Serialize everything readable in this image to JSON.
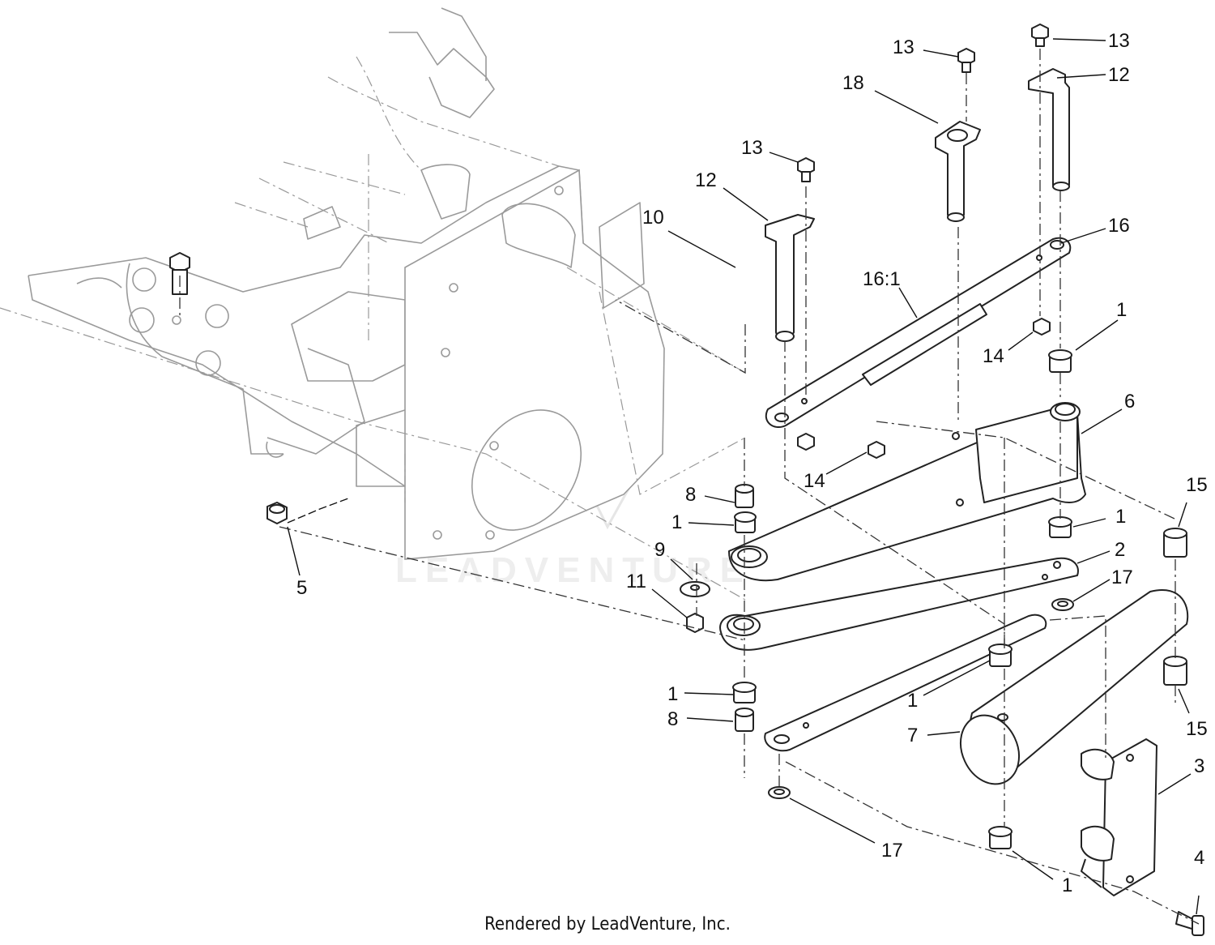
{
  "footer": {
    "text": "Rendered by LeadVenture, Inc."
  },
  "watermark": {
    "text": "LEADVENTURE"
  },
  "callouts": [
    {
      "id": "c1",
      "label": "13"
    },
    {
      "id": "c2",
      "label": "13"
    },
    {
      "id": "c3",
      "label": "12"
    },
    {
      "id": "c4",
      "label": "18"
    },
    {
      "id": "c5",
      "label": "13"
    },
    {
      "id": "c6",
      "label": "12"
    },
    {
      "id": "c7",
      "label": "10"
    },
    {
      "id": "c8",
      "label": "16"
    },
    {
      "id": "c9",
      "label": "16:1"
    },
    {
      "id": "c10",
      "label": "1"
    },
    {
      "id": "c11",
      "label": "14"
    },
    {
      "id": "c12",
      "label": "6"
    },
    {
      "id": "c13",
      "label": "14"
    },
    {
      "id": "c14",
      "label": "8"
    },
    {
      "id": "c15",
      "label": "1"
    },
    {
      "id": "c16",
      "label": "15"
    },
    {
      "id": "c17",
      "label": "1"
    },
    {
      "id": "c18",
      "label": "9"
    },
    {
      "id": "c19",
      "label": "2"
    },
    {
      "id": "c20",
      "label": "11"
    },
    {
      "id": "c21",
      "label": "17"
    },
    {
      "id": "c22",
      "label": "5"
    },
    {
      "id": "c23",
      "label": "1"
    },
    {
      "id": "c24",
      "label": "1"
    },
    {
      "id": "c25",
      "label": "8"
    },
    {
      "id": "c26",
      "label": "15"
    },
    {
      "id": "c27",
      "label": "7"
    },
    {
      "id": "c28",
      "label": "3"
    },
    {
      "id": "c29",
      "label": "17"
    },
    {
      "id": "c30",
      "label": "4"
    },
    {
      "id": "c31",
      "label": "1"
    }
  ]
}
